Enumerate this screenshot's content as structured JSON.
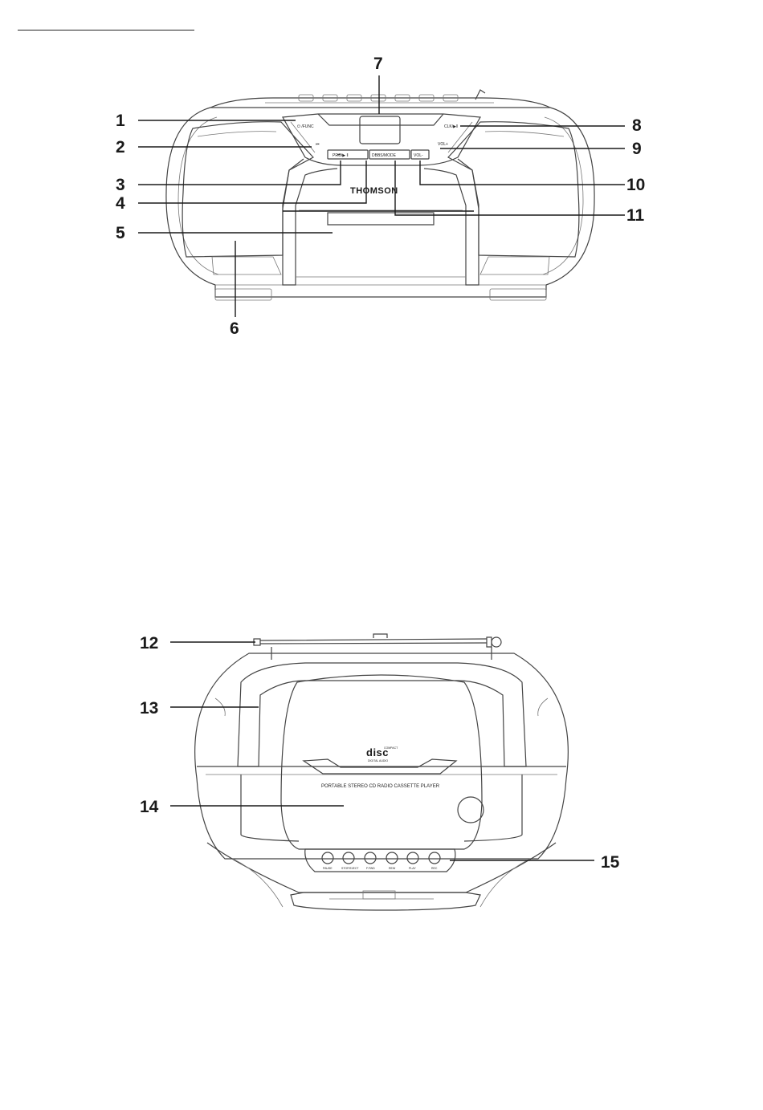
{
  "header_rule": true,
  "front_view": {
    "brand": "THOMSON",
    "button_labels": {
      "power_func": "⏻ /FUNC",
      "prev": "⏮",
      "next": "⏭",
      "pro_play_pause": "PRO/▶ ‖",
      "dbbs_mode": "DBBS/MODE",
      "vol_minus": "VOL-",
      "vol_plus": "VOL+",
      "clk_play": "CLK/▶‖"
    },
    "callouts": [
      "1",
      "2",
      "3",
      "4",
      "5",
      "6",
      "7",
      "8",
      "9",
      "10",
      "11"
    ]
  },
  "top_view": {
    "cd_logo": "disc",
    "cd_logo_top": "COMPACT",
    "cd_logo_bottom": "DIGITAL AUDIO",
    "tagline": "PORTABLE STEREO CD RADIO CASSETTE PLAYER",
    "cassette_buttons": [
      "PAUSE",
      "STOP/EJECT",
      "F.FWD",
      "REW",
      "PLAY",
      "REC"
    ],
    "callouts": [
      "12",
      "13",
      "14",
      "15"
    ]
  }
}
